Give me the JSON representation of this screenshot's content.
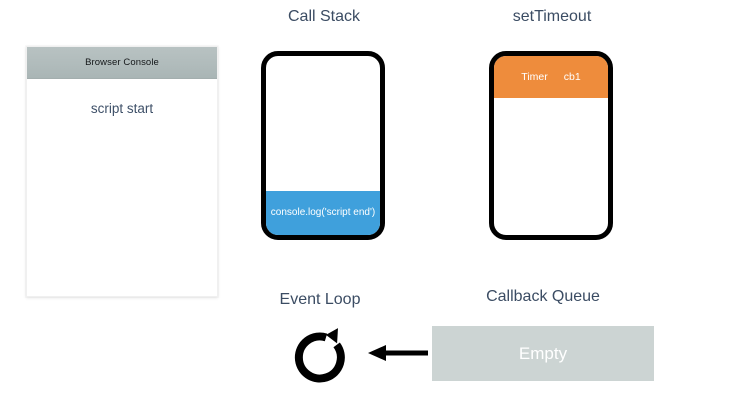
{
  "console_panel": {
    "header_title": "Browser Console",
    "lines": [
      "script start"
    ]
  },
  "call_stack": {
    "title": "Call Stack",
    "frames": [
      {
        "label": "console.log('script end')",
        "color": "#3fa0dc"
      }
    ]
  },
  "set_timeout": {
    "title": "setTimeout",
    "entries": [
      {
        "name": "Timer",
        "callback": "cb1",
        "color": "#ee8c3c"
      }
    ]
  },
  "event_loop": {
    "title": "Event Loop",
    "icon": "circular-arrow-icon"
  },
  "callback_queue": {
    "title": "Callback Queue",
    "status": "Empty",
    "color": "#ccd4d3"
  },
  "arrow": {
    "icon": "left-arrow-icon",
    "direction": "left"
  },
  "colors": {
    "title_text": "#3b4c63",
    "console_header_bg": "#b0bbbb",
    "stack_frame_blue": "#3fa0dc",
    "timer_orange": "#ee8c3c",
    "queue_gray": "#ccd4d3",
    "box_border": "#000000"
  }
}
